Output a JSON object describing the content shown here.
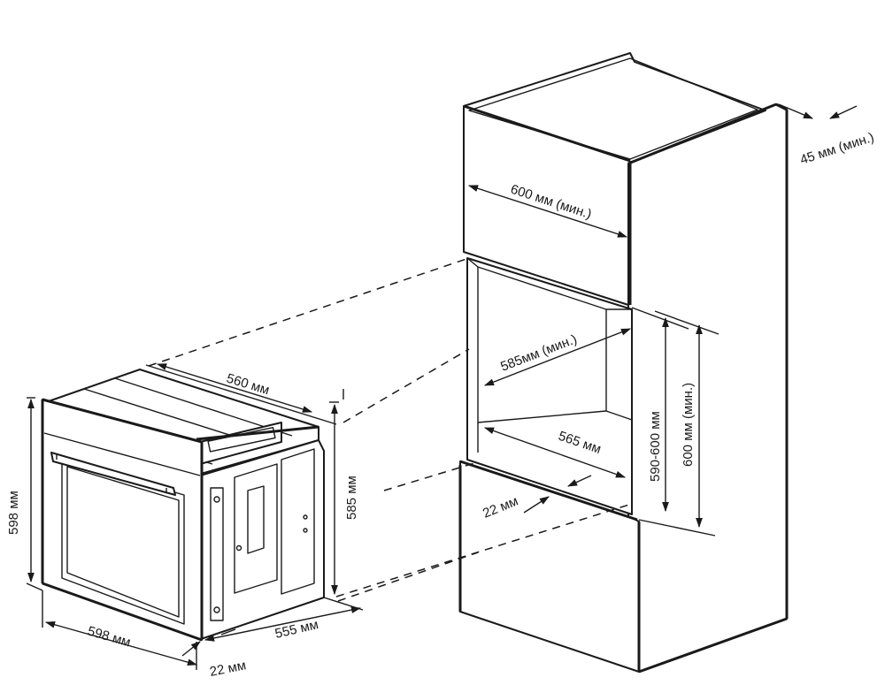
{
  "dimensions": {
    "oven_depth_top": "560 мм",
    "oven_height_left": "598 мм",
    "oven_width_bottom": "598 мм",
    "oven_height_right": "585 мм",
    "oven_depth_bottom": "555 мм",
    "oven_front_thickness": "22 мм",
    "niche_width_min": "600 мм (мин.)",
    "rear_gap_min": "45 мм (мин.)",
    "niche_depth_min": "585мм (мин.)",
    "niche_inner_depth": "565 мм",
    "niche_height_range": "590-600 мм",
    "niche_height_min": "600 мм (мин.)",
    "niche_front_offset": "22 мм"
  }
}
